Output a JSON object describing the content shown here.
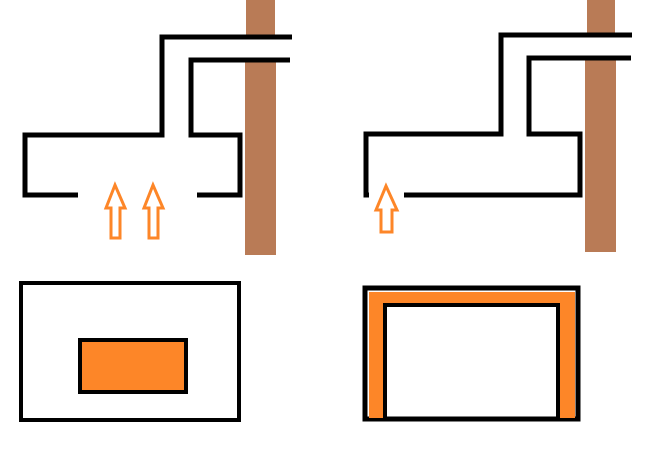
{
  "colors": {
    "line": "#000000",
    "pole": "#b97b56",
    "airflow": "#fd8628",
    "background": "#ffffff"
  },
  "panels": [
    {
      "name": "left-duct",
      "arrows": 2
    },
    {
      "name": "right-duct",
      "arrows": 1
    }
  ]
}
